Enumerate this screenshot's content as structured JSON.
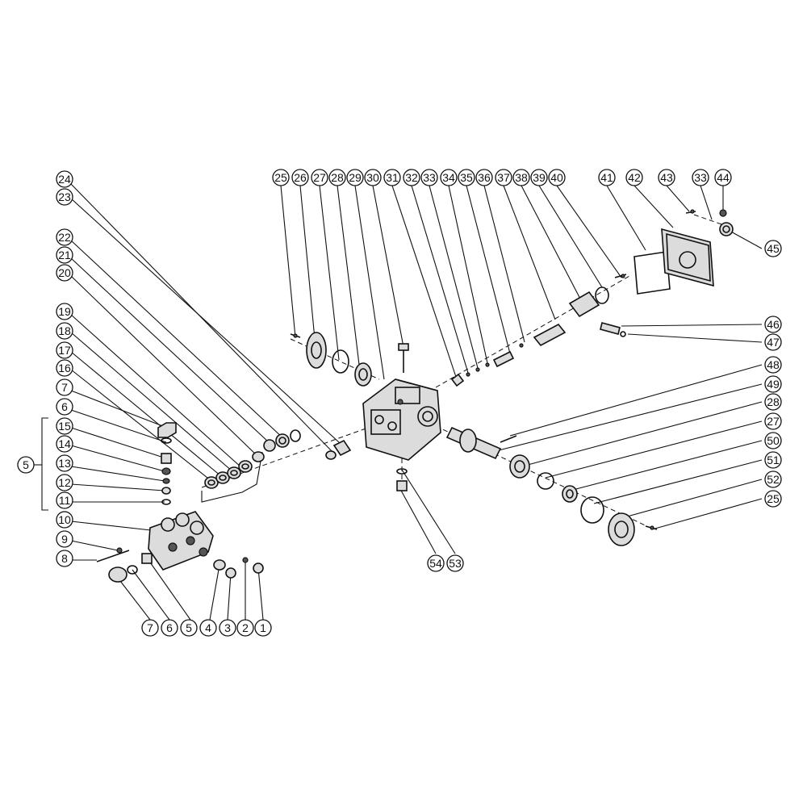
{
  "callouts": [
    {
      "id": "c24",
      "label": "24"
    },
    {
      "id": "c23",
      "label": "23"
    },
    {
      "id": "c22",
      "label": "22"
    },
    {
      "id": "c21",
      "label": "21"
    },
    {
      "id": "c20",
      "label": "20"
    },
    {
      "id": "c19",
      "label": "19"
    },
    {
      "id": "c18",
      "label": "18"
    },
    {
      "id": "c17",
      "label": "17"
    },
    {
      "id": "c16",
      "label": "16"
    },
    {
      "id": "c7a",
      "label": "7"
    },
    {
      "id": "c6a",
      "label": "6"
    },
    {
      "id": "c15",
      "label": "15"
    },
    {
      "id": "c14",
      "label": "14"
    },
    {
      "id": "c13",
      "label": "13"
    },
    {
      "id": "c12",
      "label": "12"
    },
    {
      "id": "c11",
      "label": "11"
    },
    {
      "id": "c5grp",
      "label": "5"
    },
    {
      "id": "c10",
      "label": "10"
    },
    {
      "id": "c9",
      "label": "9"
    },
    {
      "id": "c8",
      "label": "8"
    },
    {
      "id": "c7b",
      "label": "7"
    },
    {
      "id": "c6b",
      "label": "6"
    },
    {
      "id": "c5b",
      "label": "5"
    },
    {
      "id": "c4",
      "label": "4"
    },
    {
      "id": "c3",
      "label": "3"
    },
    {
      "id": "c2",
      "label": "2"
    },
    {
      "id": "c1",
      "label": "1"
    },
    {
      "id": "c25a",
      "label": "25"
    },
    {
      "id": "c26",
      "label": "26"
    },
    {
      "id": "c27a",
      "label": "27"
    },
    {
      "id": "c28a",
      "label": "28"
    },
    {
      "id": "c29",
      "label": "29"
    },
    {
      "id": "c30",
      "label": "30"
    },
    {
      "id": "c31",
      "label": "31"
    },
    {
      "id": "c32",
      "label": "32"
    },
    {
      "id": "c33a",
      "label": "33"
    },
    {
      "id": "c34",
      "label": "34"
    },
    {
      "id": "c35",
      "label": "35"
    },
    {
      "id": "c36",
      "label": "36"
    },
    {
      "id": "c37",
      "label": "37"
    },
    {
      "id": "c38",
      "label": "38"
    },
    {
      "id": "c39",
      "label": "39"
    },
    {
      "id": "c40",
      "label": "40"
    },
    {
      "id": "c41",
      "label": "41"
    },
    {
      "id": "c42",
      "label": "42"
    },
    {
      "id": "c43",
      "label": "43"
    },
    {
      "id": "c33b",
      "label": "33"
    },
    {
      "id": "c44",
      "label": "44"
    },
    {
      "id": "c45",
      "label": "45"
    },
    {
      "id": "c46",
      "label": "46"
    },
    {
      "id": "c47",
      "label": "47"
    },
    {
      "id": "c48",
      "label": "48"
    },
    {
      "id": "c49",
      "label": "49"
    },
    {
      "id": "c28b",
      "label": "28"
    },
    {
      "id": "c27b",
      "label": "27"
    },
    {
      "id": "c50",
      "label": "50"
    },
    {
      "id": "c51",
      "label": "51"
    },
    {
      "id": "c52",
      "label": "52"
    },
    {
      "id": "c25b",
      "label": "25"
    },
    {
      "id": "c54",
      "label": "54"
    },
    {
      "id": "c53",
      "label": "53"
    }
  ]
}
